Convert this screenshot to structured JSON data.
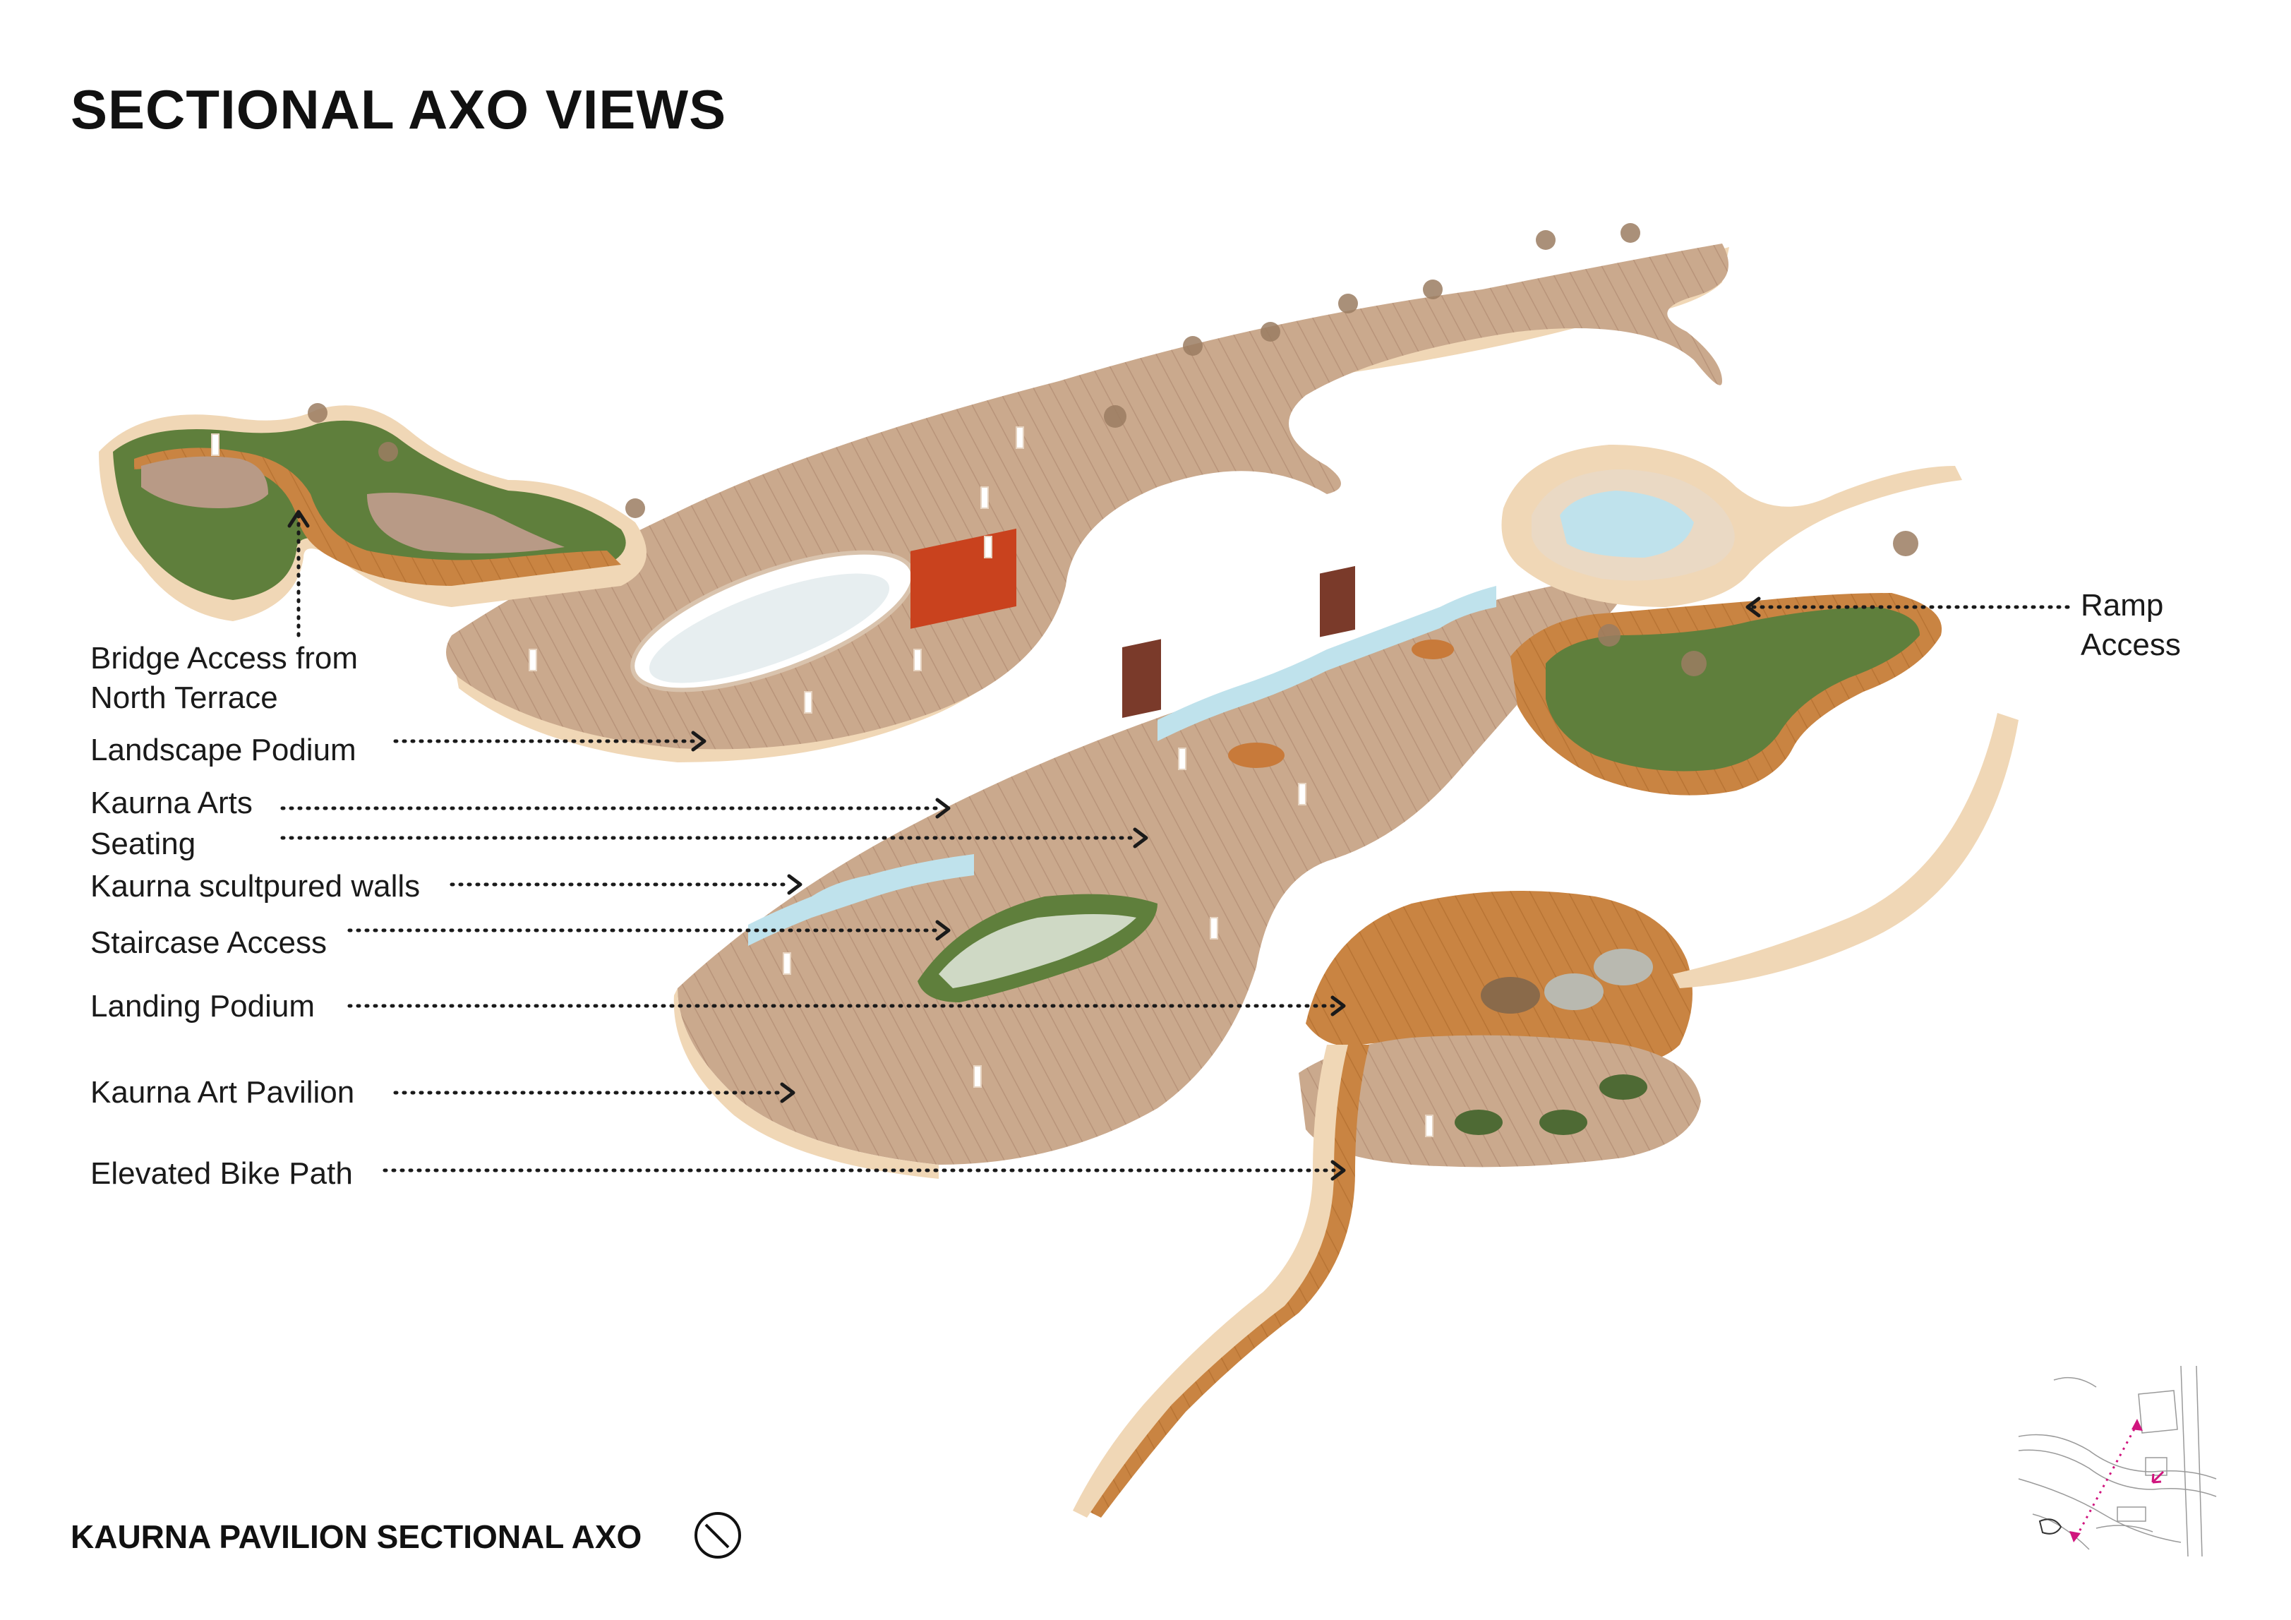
{
  "page": {
    "title": "SECTIONAL AXO VIEWS",
    "subtitle": "KAURNA PAVILION SECTIONAL AXO"
  },
  "icons": {
    "north": "north-arrow-icon",
    "keymap": "site-key-map"
  },
  "colors": {
    "deck": "#c9a88c",
    "deck_dark": "#b08a6c",
    "rim": "#f0d7b6",
    "rust": "#c87a3a",
    "green": "#5b7a3a",
    "glass": "#bfe2ec",
    "accent": "#d0157e"
  },
  "labels": {
    "bridge_access": "Bridge Access from\nNorth Terrace",
    "landscape_podium": "Landscape Podium",
    "kaurna_arts": "Kaurna Arts",
    "seating": "Seating",
    "sculptured_walls": "Kaurna scultpured walls",
    "staircase_access": "Staircase Access",
    "landing_podium": "Landing Podium",
    "art_pavilion": "Kaurna Art Pavilion",
    "bike_path": "Elevated Bike Path",
    "ramp_access": "Ramp\nAccess"
  }
}
